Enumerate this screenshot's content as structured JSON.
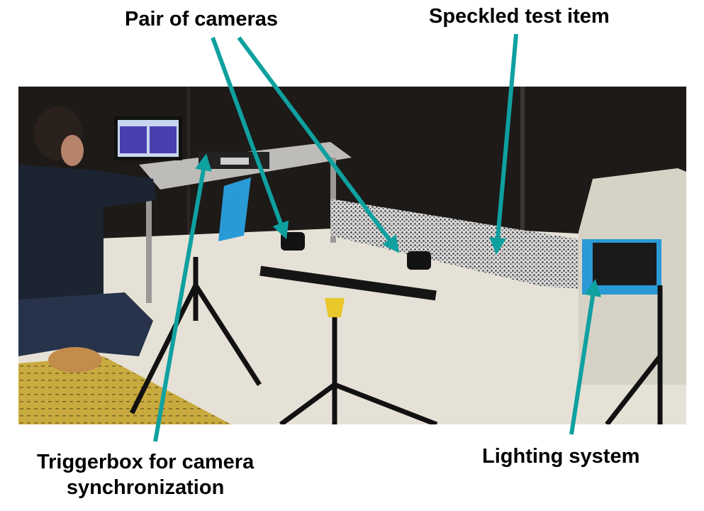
{
  "labels": {
    "pair_of_cameras": "Pair of cameras",
    "speckled_test_item": "Speckled test item",
    "triggerbox_line1": "Triggerbox for camera",
    "triggerbox_line2": "synchronization",
    "lighting_system": "Lighting system"
  },
  "colors": {
    "arrow": "#0fa0a0",
    "background": "#ffffff",
    "backdrop": "#1d1a18",
    "floor": "#e6e1d6",
    "light_panel": "#2a9ad6",
    "floor_mat": "#c9aa3e"
  },
  "photo": {
    "description": "Laboratory DIC setup photo: operator at laptop, stereo camera pair on tripod, speckled beam test item, blue LED lighting panel"
  }
}
